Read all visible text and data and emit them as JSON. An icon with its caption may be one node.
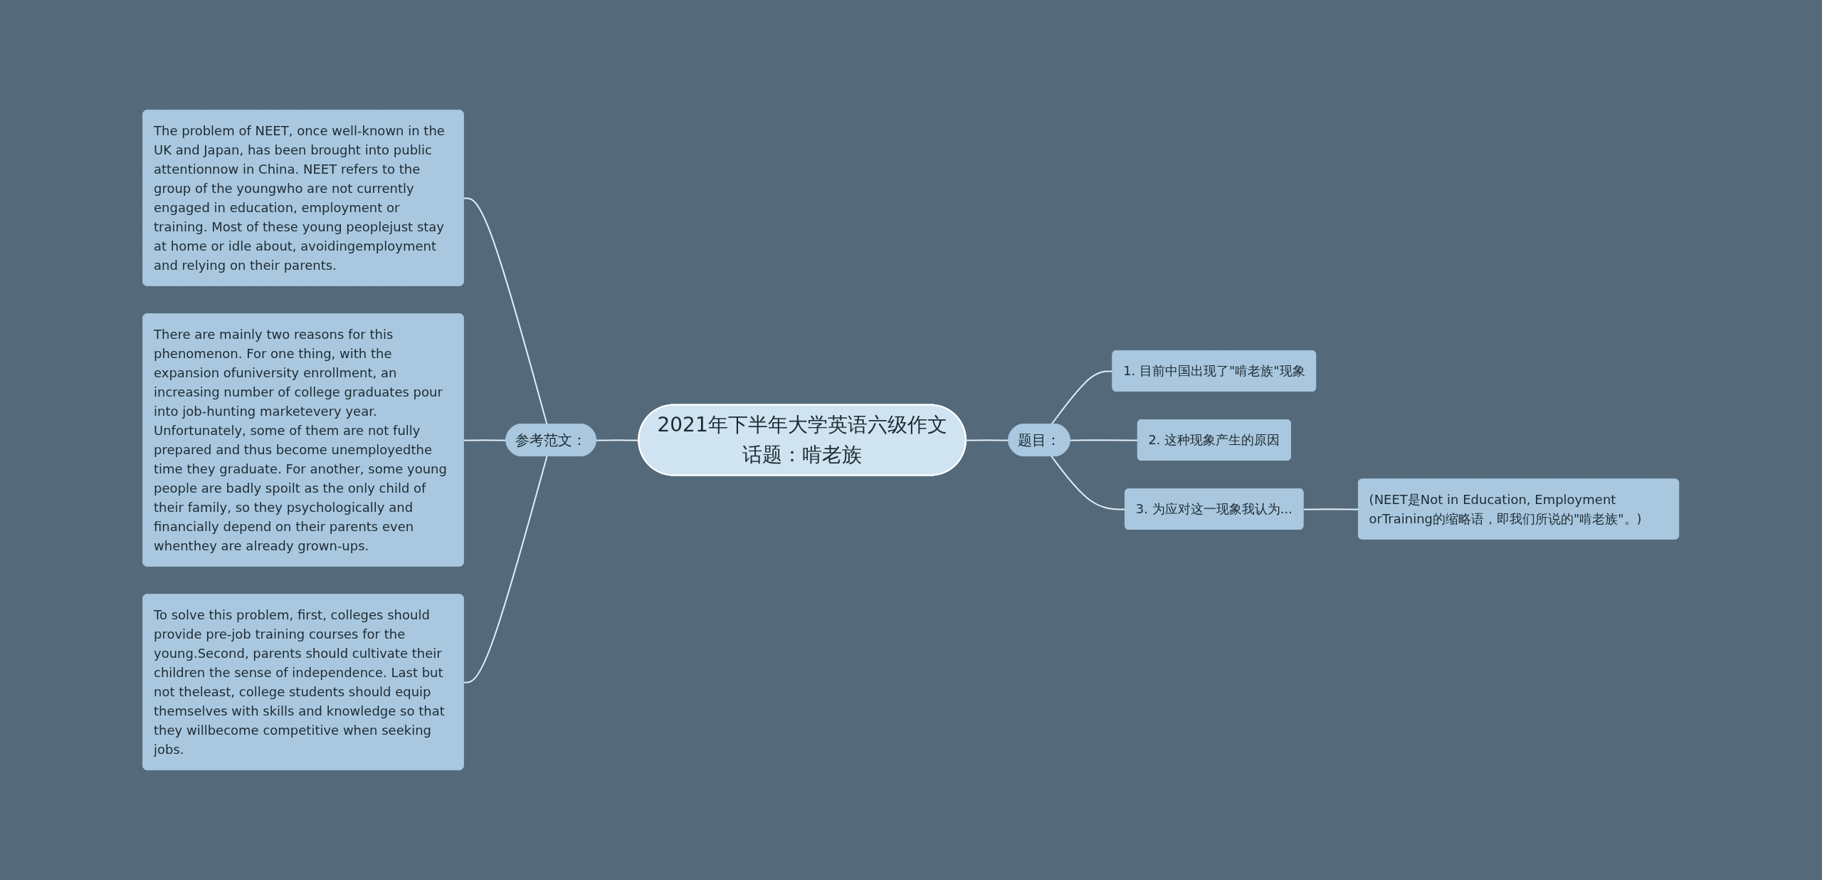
{
  "diagram": {
    "nodes": [
      {
        "text": [
          "2021年下半年大学英语六级作文话题：啃老族"
        ]
      },
      {
        "text": [
          "参考范文："
        ]
      },
      {
        "text": [
          "The problem of NEET, once well-known in the UK and Japan, has been brought into public attentionnow in China. NEET refers to the group of the youngwho are not currently engaged in education, employment or training. Most of these young peoplejust stay at home or idle about, avoidingemployment and relying on their parents."
        ]
      },
      {
        "text": [
          "There are mainly two reasons for this phenomenon. For one thing, with the expansion ofuniversity enrollment, an increasing number of college graduates pour into job-hunting marketevery year. Unfortunately, some of them are not fully prepared and thus become unemployedthe time they graduate. For another, some young people are badly spoilt as the only child of their family, so they psychologically and financially depend on their parents even whenthey are already grown-ups."
        ]
      },
      {
        "text": [
          "To solve this problem, first, colleges should provide pre-job training courses for the young.Second, parents should cultivate their children the sense of independence. Last but not theleast, college students should equip themselves with skills and knowledge so that they willbecome competitive when seeking jobs."
        ]
      },
      {
        "text": [
          "题目："
        ]
      },
      {
        "text": [
          "1. 目前中国出现了\"啃老族\"现象"
        ]
      },
      {
        "text": [
          "2. 这种现象产生的原因"
        ]
      },
      {
        "text": [
          "3. 为应对这一现象我认为..."
        ]
      },
      {
        "text": [
          "(NEET是Not in Education, Employment orTraining的缩略语，即我们所说的\"啃老族\"。)"
        ]
      }
    ],
    "edges": [
      {
        "from": 2,
        "to": 1,
        "arrow": "none"
      },
      {
        "from": 3,
        "to": 1,
        "arrow": "none"
      },
      {
        "from": 4,
        "to": 1,
        "arrow": "none"
      },
      {
        "from": 1,
        "to": 0,
        "arrow": "none"
      },
      {
        "from": 0,
        "to": 5,
        "arrow": "none"
      },
      {
        "from": 5,
        "to": 6,
        "arrow": "none"
      },
      {
        "from": 5,
        "to": 7,
        "arrow": "none"
      },
      {
        "from": 5,
        "to": 8,
        "arrow": "none"
      },
      {
        "from": 8,
        "to": 9,
        "arrow": "none"
      }
    ]
  }
}
